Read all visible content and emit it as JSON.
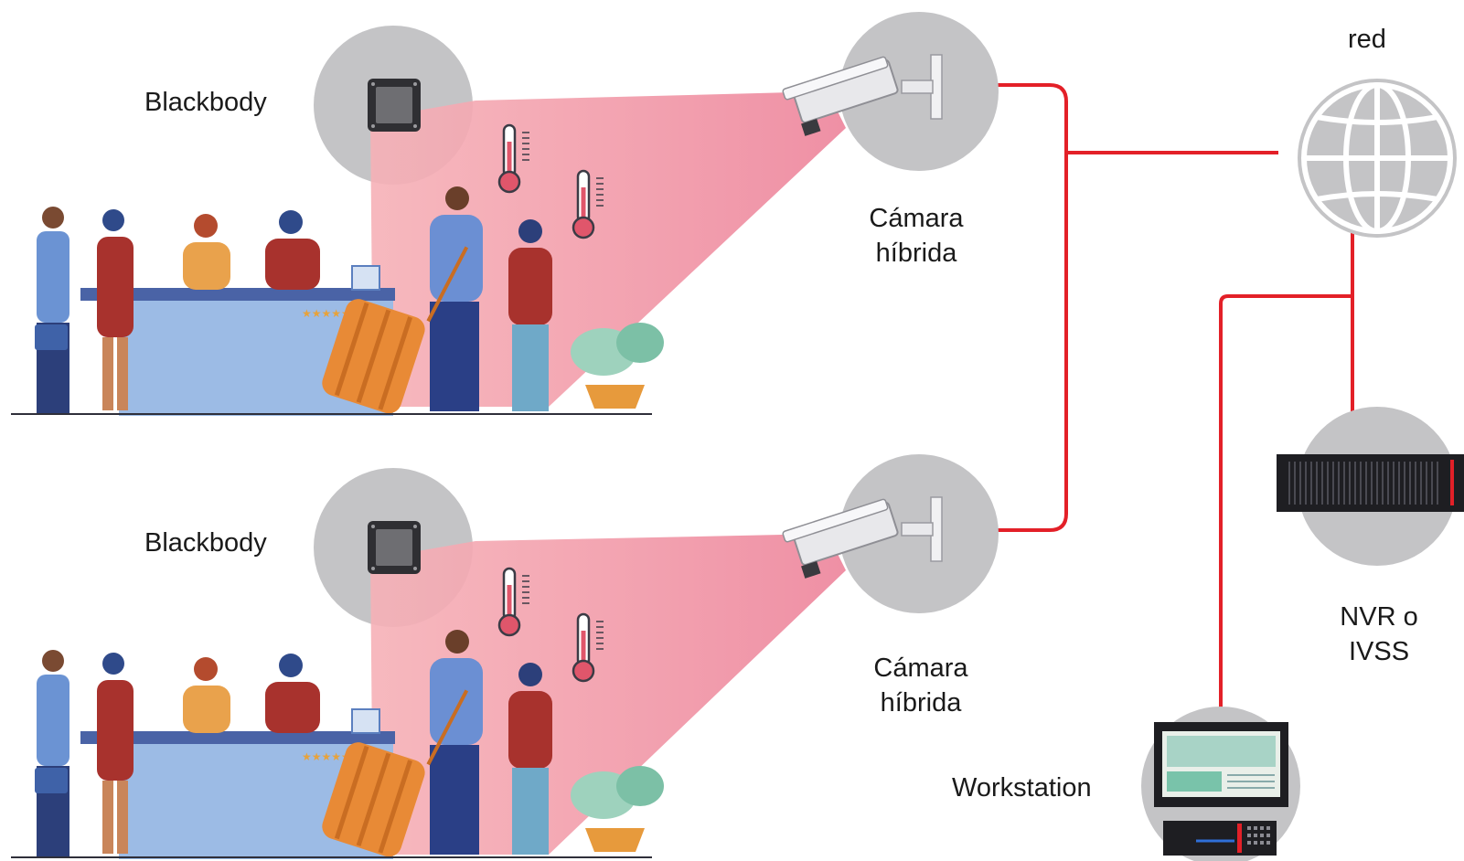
{
  "labels": {
    "blackbody_top": "Blackbody",
    "blackbody_bottom": "Blackbody",
    "camera_top_line1": "Cámara",
    "camera_top_line2": "híbrida",
    "camera_bottom_line1": "Cámara",
    "camera_bottom_line2": "híbrida",
    "network": "red",
    "nvr_line1": "NVR o",
    "nvr_line2": "IVSS",
    "workstation": "Workstation"
  },
  "colors": {
    "link": "#e32028",
    "node_circle": "#c4c4c6",
    "camera_beam": "#f08a9d",
    "figures_blue": "#5b7fbf",
    "figures_red": "#a8322d",
    "luggage": "#e88a36"
  },
  "icons": [
    "blackbody-icon",
    "thermometer-icon",
    "bullet-camera-icon",
    "globe-icon",
    "nvr-recorder-icon",
    "workstation-monitor-icon",
    "workstation-tower-icon",
    "plant-icon",
    "suitcase-icon"
  ]
}
